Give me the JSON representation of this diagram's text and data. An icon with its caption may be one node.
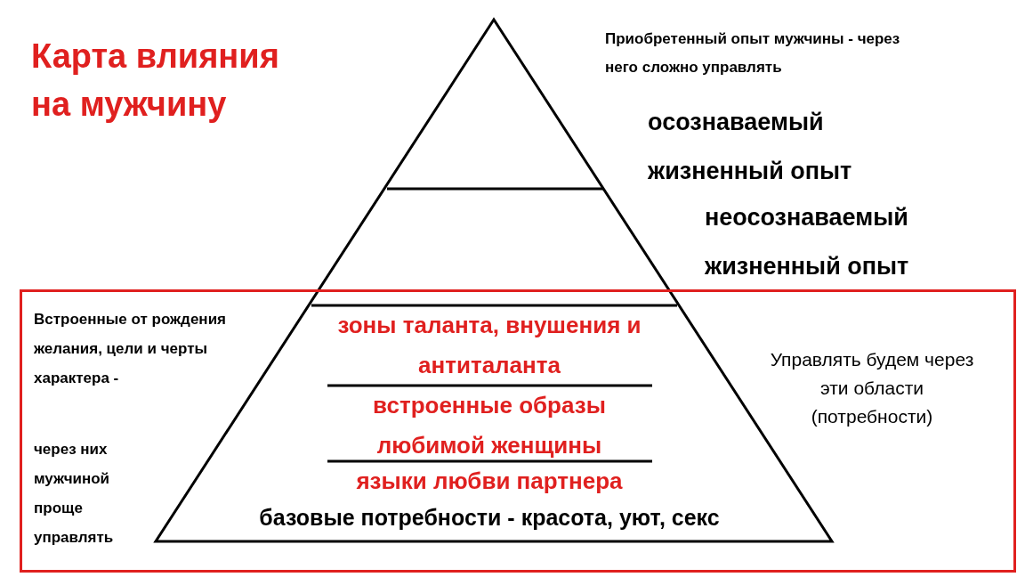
{
  "diagram": {
    "title": "Карта влияния на мужчину",
    "nodes": [
      {
        "text": [
          "Встроенные от рождения желания, цели и черты характера -",
          "через них мужчиной проще управлять",
          "Управлять будем через эти области (потребности)"
        ]
      }
    ],
    "labels": [
      "Приобретенный опыт мужчины - через него сложно управлять",
      "осознаваемый жизненный опыт",
      "неосознаваемый жизненный опыт",
      "зоны таланта, внушения и антиталанта",
      "встроенные образы любимой женщины",
      "языки любви партнера",
      "базовые потребности - красота, уют, секс"
    ]
  }
}
